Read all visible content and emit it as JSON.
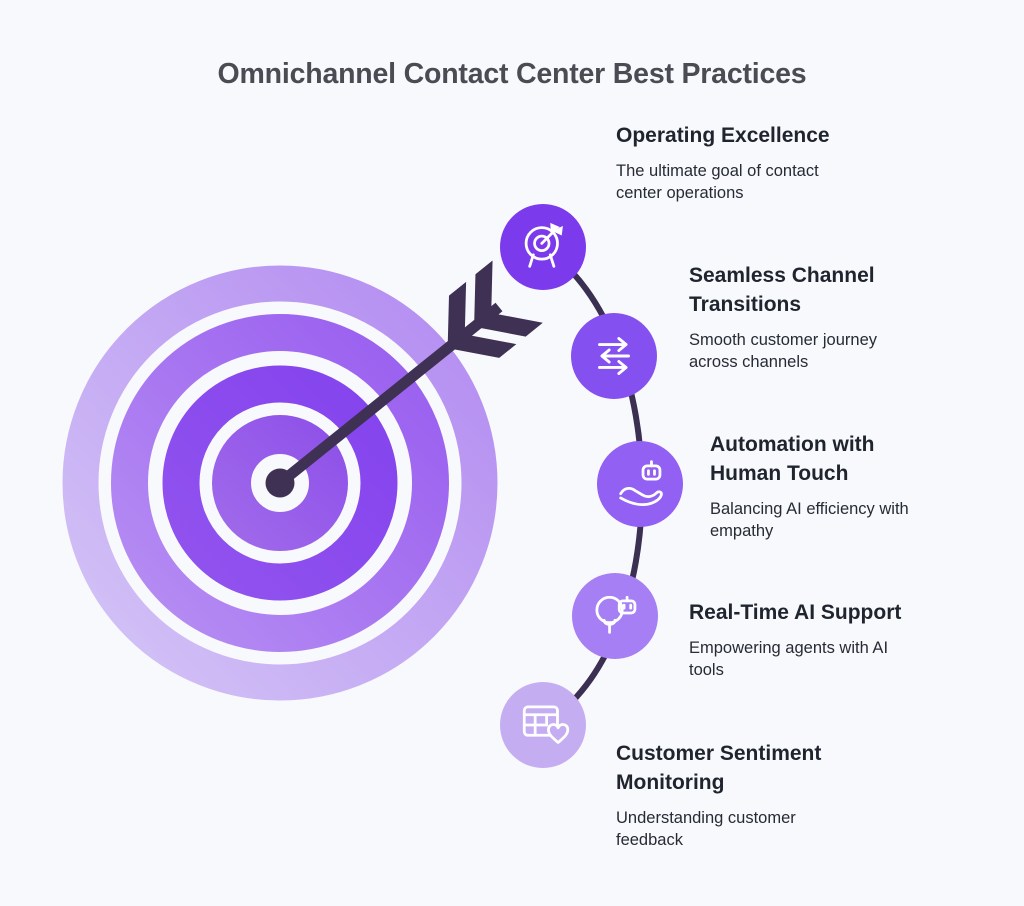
{
  "title": "Omnichannel Contact Center Best Practices",
  "colors": {
    "background": "#F8F9FC",
    "title_text": "#4B4B54",
    "heading_text": "#1F242E",
    "body_text": "#262B35",
    "connector_line": "#3B2F52",
    "arrow": "#3F3153",
    "target_rings_inner_to_outer": [
      "#9357E9",
      "#8746EC",
      "#A475EF",
      "#C3A9F1"
    ],
    "icon_circles": [
      "#7C3AED",
      "#8550F0",
      "#9260F2",
      "#A67FF4",
      "#C5ADF2"
    ]
  },
  "illustration": {
    "name": "bullseye-target-with-arrow"
  },
  "items": [
    {
      "icon": "dart-target-icon",
      "color": "#7C3AED",
      "heading": [
        "Operating Excellence"
      ],
      "body": [
        "The ultimate goal of contact",
        "center operations"
      ]
    },
    {
      "icon": "transfer-arrows-icon",
      "color": "#8550F0",
      "heading": [
        "Seamless Channel",
        "Transitions"
      ],
      "body": [
        "Smooth customer journey",
        "across channels"
      ]
    },
    {
      "icon": "hand-holding-robot-icon",
      "color": "#9260F2",
      "heading": [
        "Automation with",
        "Human Touch"
      ],
      "body": [
        "Balancing AI efficiency with",
        "empathy"
      ]
    },
    {
      "icon": "lightbulb-ai-icon",
      "color": "#A67FF4",
      "heading": [
        "Real-Time AI Support"
      ],
      "body": [
        "Empowering agents with AI",
        "tools"
      ]
    },
    {
      "icon": "sentiment-table-heart-icon",
      "color": "#C5ADF2",
      "heading": [
        "Customer Sentiment",
        "Monitoring"
      ],
      "body": [
        "Understanding customer",
        "feedback"
      ]
    }
  ]
}
